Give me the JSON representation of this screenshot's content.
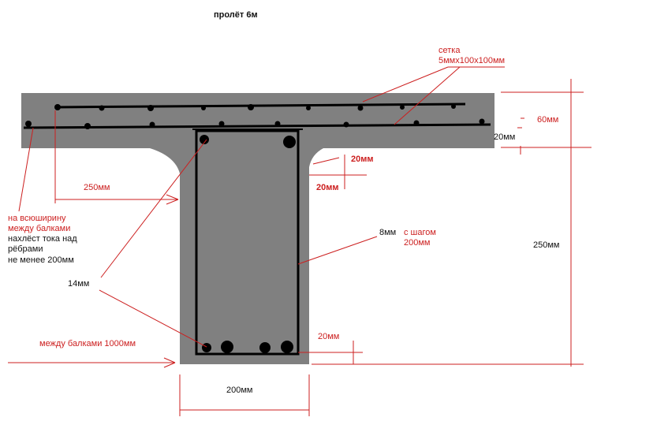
{
  "title": "пролёт 6м",
  "labels": {
    "mesh_line1": "сетка",
    "mesh_line2": "5ммх100х100мм",
    "flange_height": "60мм",
    "top_cover": "20мм",
    "haunch_vertical": "20мм",
    "haunch_horizontal": "20мм",
    "overlap_250": "250мм",
    "full_width_line1": "на всюширину",
    "full_width_line2": "между балками",
    "overlap_note_line1": "нахлёст тока над",
    "overlap_note_line2": "рёбрами",
    "overlap_note_line3": "не менее 200мм",
    "stirrup_diameter": "8мм",
    "stirrup_step_line1": "с шагом",
    "stirrup_step_line2": "200мм",
    "total_height": "250мм",
    "bar_diameter": "14мм",
    "bottom_cover": "20мм",
    "between_beams": "между балками 1000мм",
    "rib_width": "200мм"
  },
  "colors": {
    "concrete": "#808080",
    "rebar": "#000000",
    "annotation": "#cc1f1f"
  }
}
